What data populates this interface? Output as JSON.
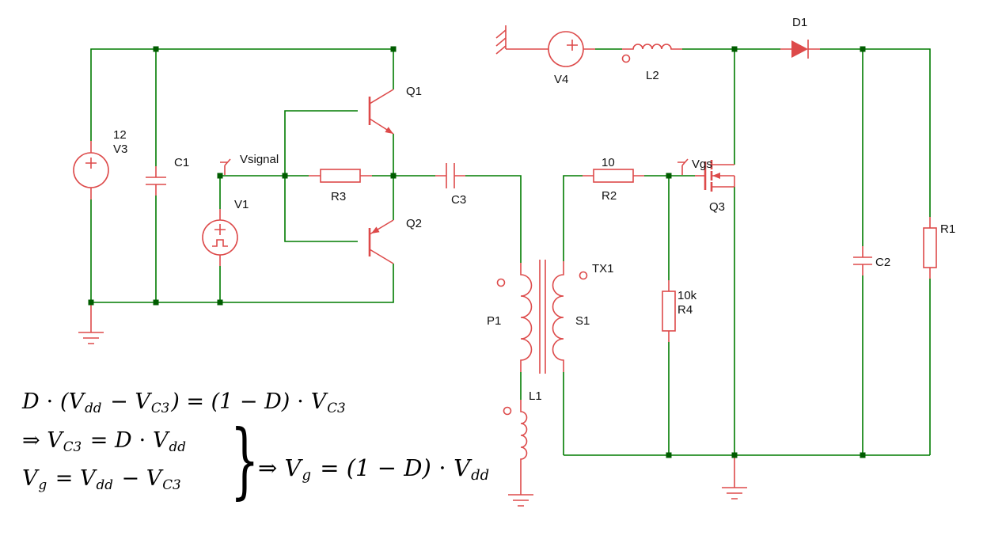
{
  "colors": {
    "wire": "#007b00",
    "component": "#dd4a4a",
    "junction": "#005c00",
    "text": "#111111"
  },
  "components": {
    "v3": {
      "label": "V3",
      "value": "12"
    },
    "c1": {
      "label": "C1"
    },
    "v1": {
      "label": "V1"
    },
    "vsignal": {
      "label": "Vsignal"
    },
    "r3": {
      "label": "R3"
    },
    "q1": {
      "label": "Q1"
    },
    "q2": {
      "label": "Q2"
    },
    "c3": {
      "label": "C3"
    },
    "tx1": {
      "label": "TX1"
    },
    "p1": {
      "label": "P1"
    },
    "s1": {
      "label": "S1"
    },
    "l1": {
      "label": "L1"
    },
    "v4": {
      "label": "V4"
    },
    "l2": {
      "label": "L2"
    },
    "r2": {
      "label": "R2",
      "value": "10"
    },
    "vgs": {
      "label": "Vgs"
    },
    "q3": {
      "label": "Q3"
    },
    "r4": {
      "label": "R4",
      "value": "10k"
    },
    "d1": {
      "label": "D1"
    },
    "c2": {
      "label": "C2"
    },
    "r1": {
      "label": "R1"
    }
  },
  "equations": {
    "line1": [
      {
        "t": "D ⋅ ("
      },
      {
        "t": "V"
      },
      {
        "t": "dd",
        "sub": true
      },
      {
        "t": " − "
      },
      {
        "t": "V"
      },
      {
        "t": "C3",
        "sub": true
      },
      {
        "t": ") = (1 − D) ⋅ "
      },
      {
        "t": "V"
      },
      {
        "t": "C3",
        "sub": true
      }
    ],
    "line2": [
      {
        "t": "⇒ "
      },
      {
        "t": "V"
      },
      {
        "t": "C3",
        "sub": true
      },
      {
        "t": " = D ⋅ "
      },
      {
        "t": "V"
      },
      {
        "t": "dd",
        "sub": true
      }
    ],
    "line3": [
      {
        "t": "V"
      },
      {
        "t": "g",
        "sub": true
      },
      {
        "t": " = "
      },
      {
        "t": "V"
      },
      {
        "t": "dd",
        "sub": true
      },
      {
        "t": " − "
      },
      {
        "t": "V"
      },
      {
        "t": "C3",
        "sub": true
      }
    ],
    "line4": [
      {
        "t": "⇒ "
      },
      {
        "t": "V"
      },
      {
        "t": "g",
        "sub": true
      },
      {
        "t": " = (1 − D) ⋅ "
      },
      {
        "t": "V"
      },
      {
        "t": "dd",
        "sub": true
      }
    ],
    "brace": "}"
  }
}
